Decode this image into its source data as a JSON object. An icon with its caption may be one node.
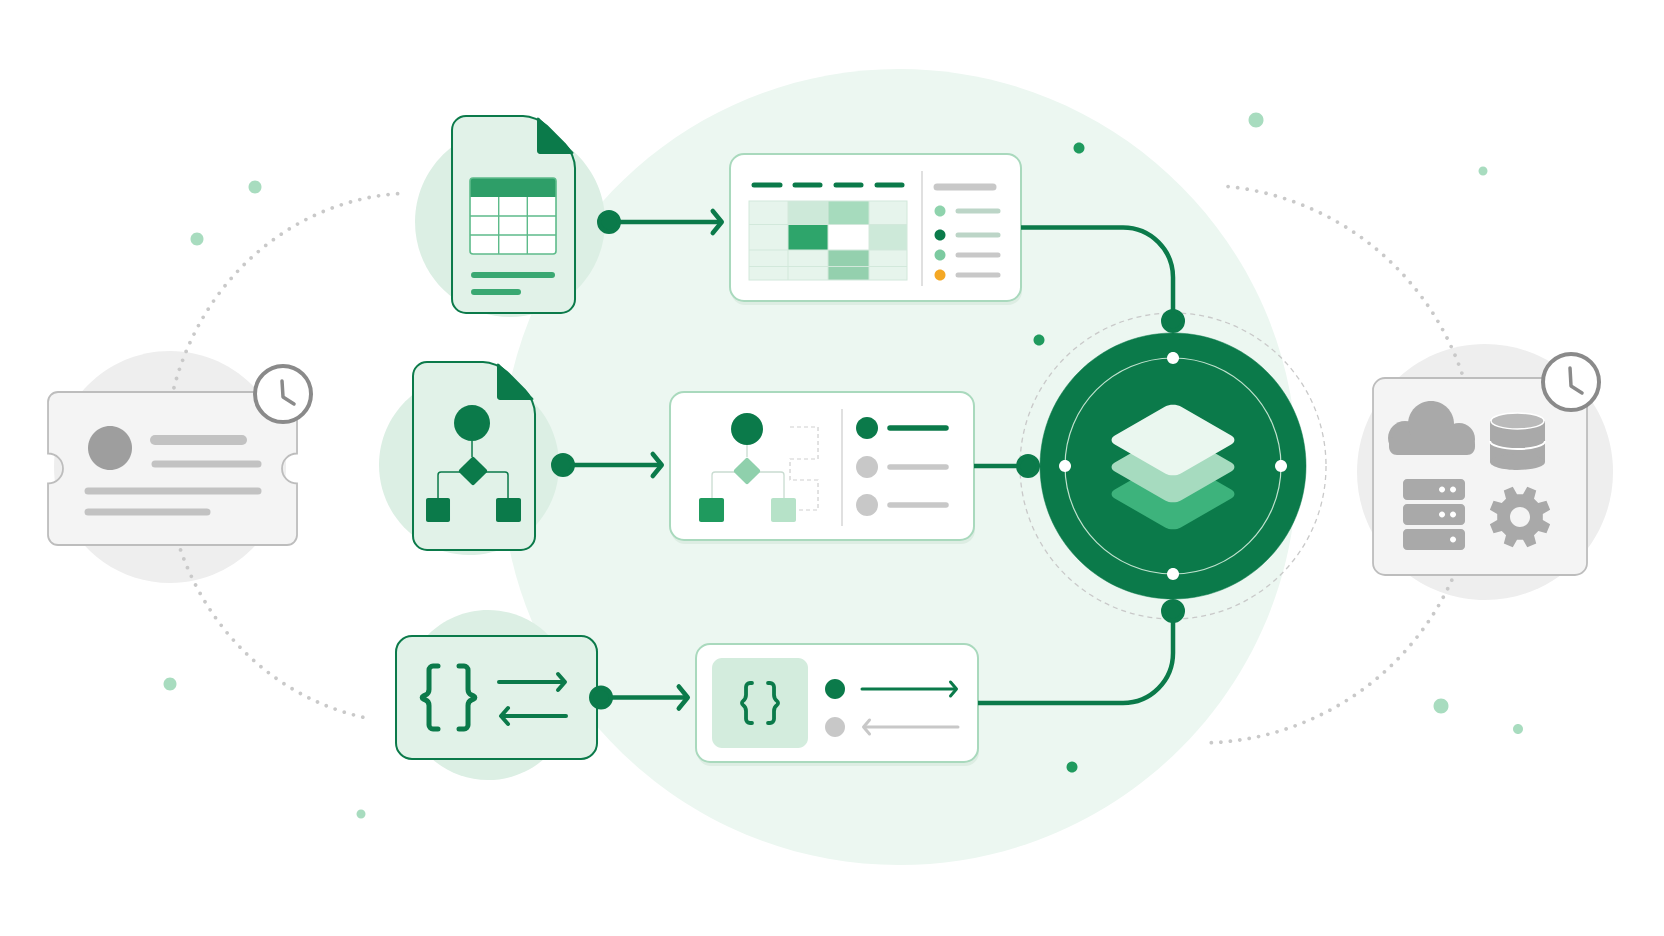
{
  "diagram": {
    "nodes": [
      {
        "text": [],
        "shape": "document"
      },
      {
        "text": [],
        "shape": "box"
      },
      {
        "text": [],
        "shape": "document"
      },
      {
        "text": [],
        "shape": "box"
      },
      {
        "text": [],
        "shape": "box"
      },
      {
        "text": [],
        "shape": "box"
      },
      {
        "text": [],
        "shape": "circle"
      },
      {
        "text": [],
        "shape": "ticket"
      },
      {
        "text": [],
        "shape": "box"
      }
    ],
    "edges": [
      {
        "from": 0,
        "to": 1,
        "arrow": "to"
      },
      {
        "from": 2,
        "to": 3,
        "arrow": "to"
      },
      {
        "from": 4,
        "to": 5,
        "arrow": "to"
      },
      {
        "from": 1,
        "to": 6,
        "arrow": "other"
      },
      {
        "from": 3,
        "to": 6,
        "arrow": "other"
      },
      {
        "from": 5,
        "to": 6,
        "arrow": "other"
      }
    ]
  }
}
